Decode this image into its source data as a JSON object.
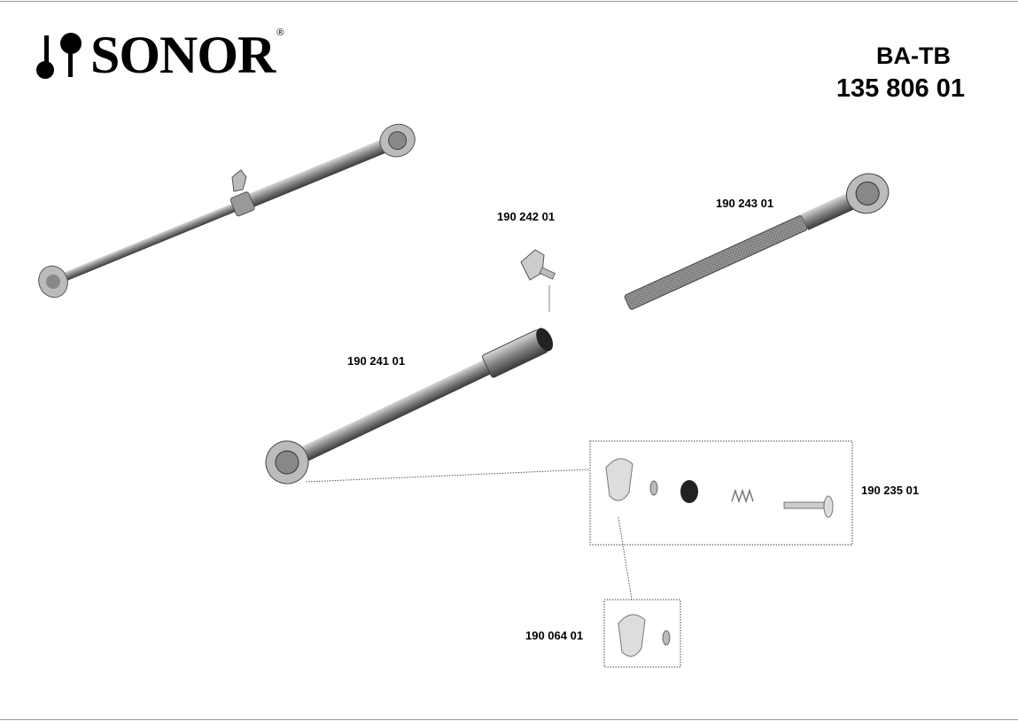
{
  "brand": {
    "name": "SONOR",
    "registered": "®"
  },
  "header": {
    "code": "BA-TB",
    "number": "135 806 01"
  },
  "parts": [
    {
      "id": "190 242 01",
      "label": "190 242 01"
    },
    {
      "id": "190 243 01",
      "label": "190 243 01"
    },
    {
      "id": "190 241 01",
      "label": "190 241 01"
    },
    {
      "id": "190 235 01",
      "label": "190 235 01"
    },
    {
      "id": "190 064 01",
      "label": "190 064 01"
    }
  ]
}
